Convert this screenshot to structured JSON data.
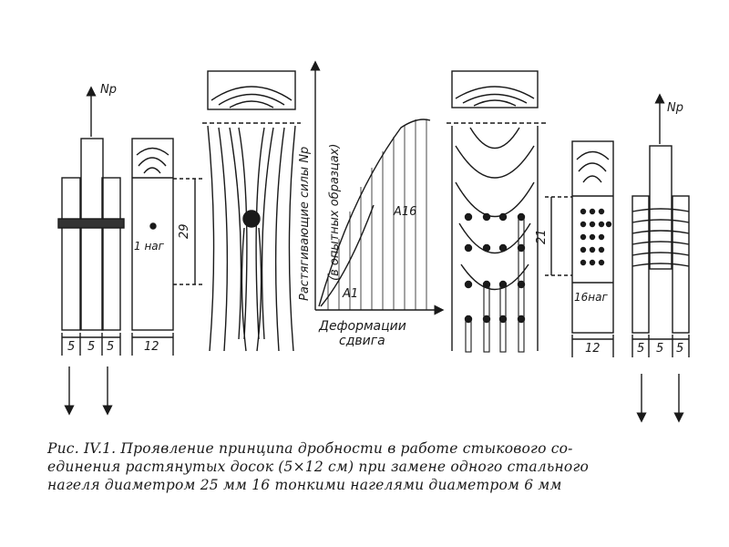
{
  "figure": {
    "force_label_left": "Np",
    "force_label_right": "Np",
    "dims_left": [
      "5",
      "5",
      "5"
    ],
    "dims_right": [
      "5",
      "5",
      "5"
    ],
    "width_left": "12",
    "width_right": "12",
    "length_left": "29",
    "length_right": "21",
    "dowel_label_left": "1 наг",
    "dowel_label_right": "16наг",
    "graph": {
      "ylabel_line1": "Растягивающие силы Np",
      "ylabel_line2": "(в опытных образцах)",
      "xlabel_line1": "Деформации",
      "xlabel_line2": "сдвига",
      "curve_small_label": "A1",
      "curve_large_label": "A16"
    }
  },
  "caption": {
    "line1": "Рис. IV.1. Проявление принципа дробности в работе стыкового со-",
    "line2": "единения растянутых досок (5×12 см) при замене одного стального",
    "line3": "нагеля диаметром 25 мм 16 тонкими нагелями диаметром 6 мм"
  }
}
